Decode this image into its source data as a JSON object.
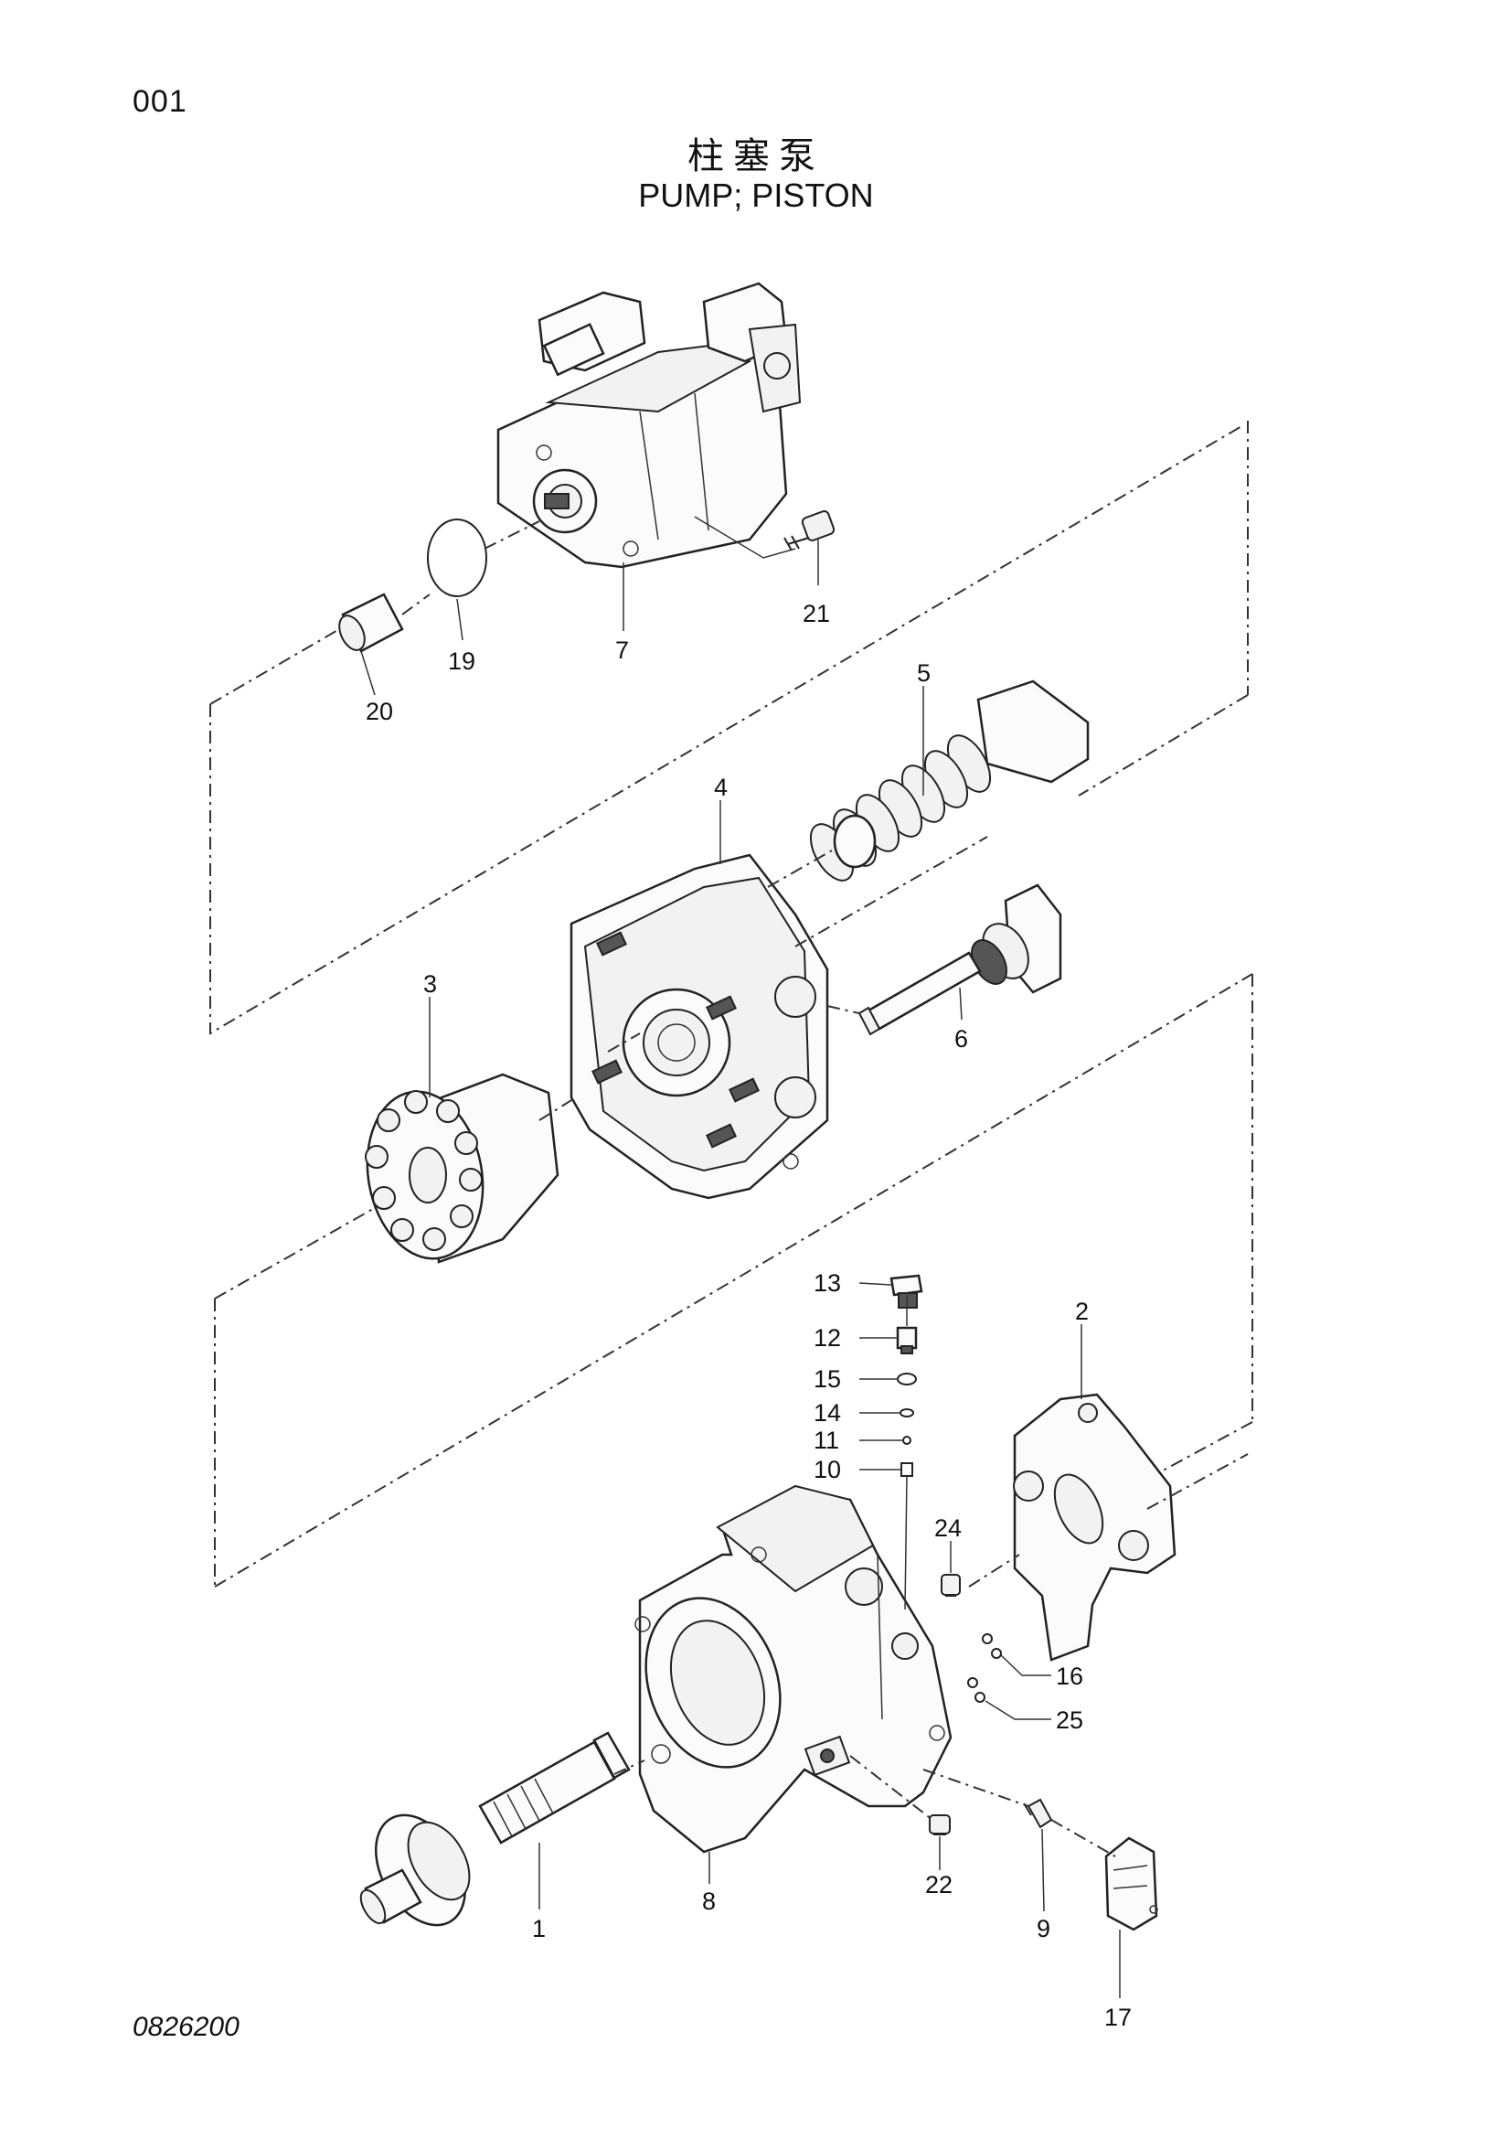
{
  "header": {
    "page_code": "001",
    "title_cn": "柱塞泵",
    "title_en": "PUMP; PISTON"
  },
  "footer": {
    "drawing_code": "0826200"
  },
  "callouts": [
    "7",
    "19",
    "20",
    "21",
    "5",
    "4",
    "3",
    "6",
    "2",
    "13",
    "12",
    "15",
    "14",
    "11",
    "10",
    "24",
    "16",
    "25",
    "1",
    "8",
    "22",
    "9",
    "17"
  ]
}
